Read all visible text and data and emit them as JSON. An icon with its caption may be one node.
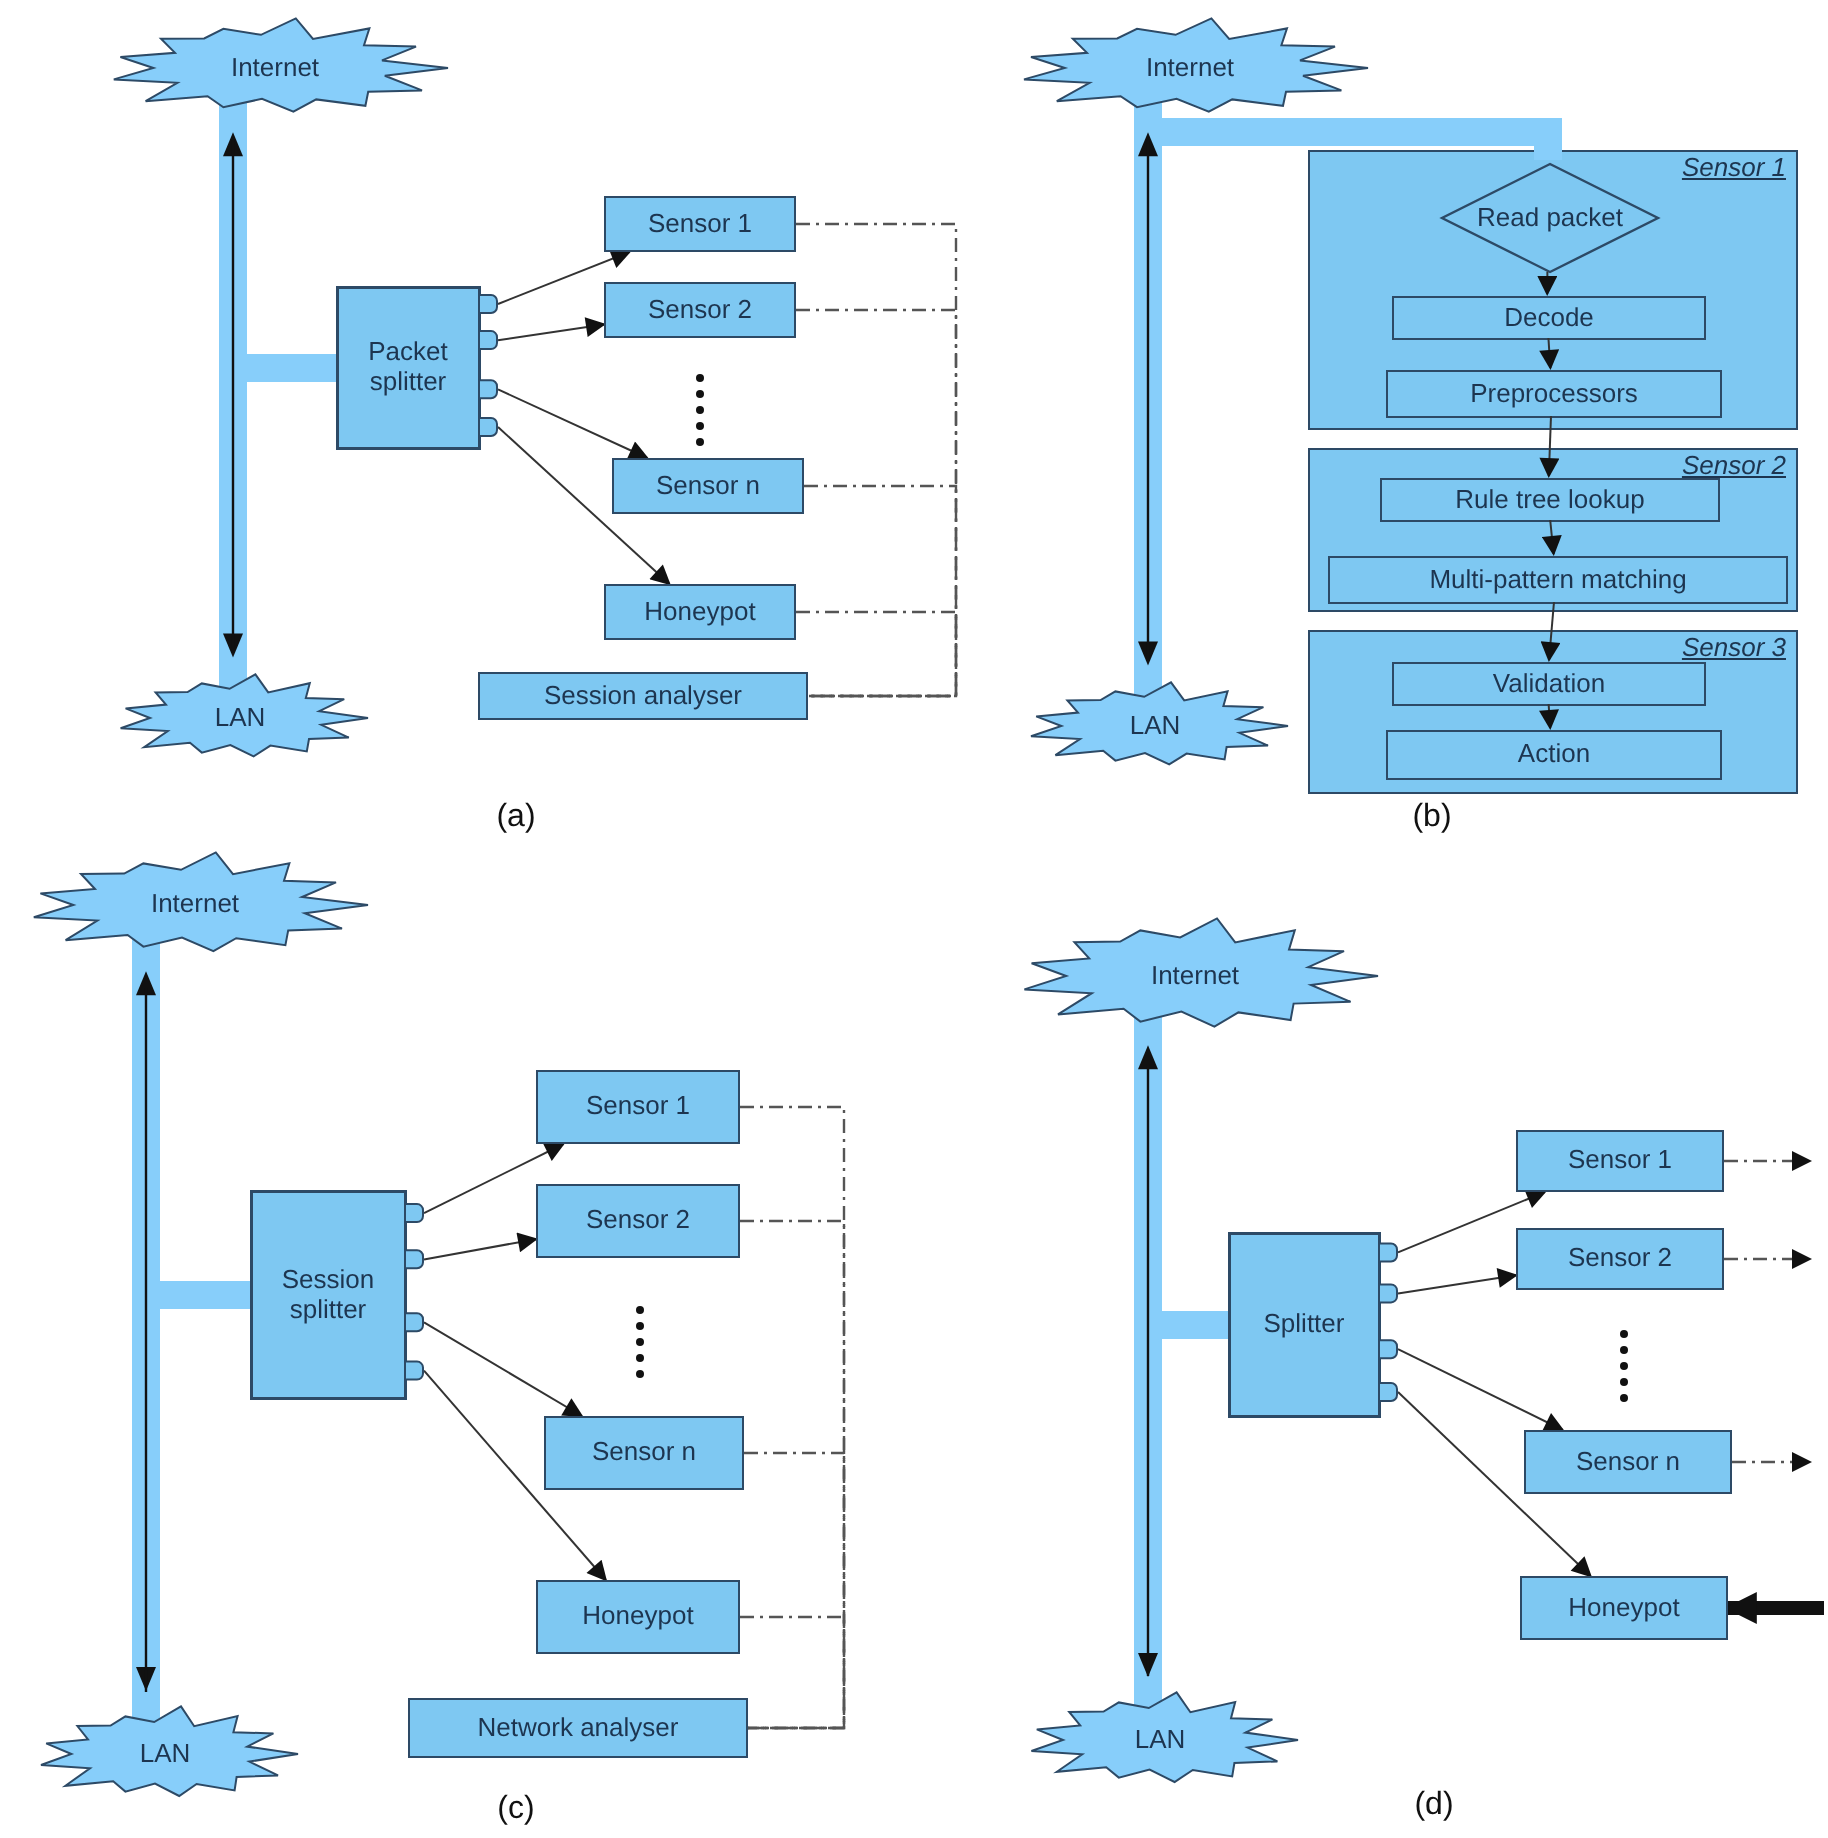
{
  "diagram": {
    "nodes": [
      {
        "text": [
          "Internet"
        ]
      },
      {
        "text": [
          "LAN"
        ]
      },
      {
        "text": [
          "Packet splitter"
        ]
      },
      {
        "text": [
          "Sensor 1"
        ]
      },
      {
        "text": [
          "Sensor 2"
        ]
      },
      {
        "text": [
          "Sensor n"
        ]
      },
      {
        "text": [
          "Honeypot"
        ]
      },
      {
        "text": [
          "Session analyser"
        ]
      },
      {
        "text": [
          "Internet"
        ]
      },
      {
        "text": [
          "LAN"
        ]
      },
      {
        "text": [
          "Sensor 1"
        ]
      },
      {
        "text": [
          "Read packet"
        ],
        "in": 10
      },
      {
        "text": [
          "Decode"
        ],
        "in": 10
      },
      {
        "text": [
          "Preprocessors"
        ],
        "in": 10
      },
      {
        "text": [
          "Sensor 2"
        ]
      },
      {
        "text": [
          "Rule tree lookup"
        ],
        "in": 14
      },
      {
        "text": [
          "Multi-pattern matching"
        ],
        "in": 14
      },
      {
        "text": [
          "Sensor 3"
        ]
      },
      {
        "text": [
          "Validation"
        ],
        "in": 17
      },
      {
        "text": [
          "Action"
        ],
        "in": 17
      },
      {
        "text": [
          "Internet"
        ]
      },
      {
        "text": [
          "LAN"
        ]
      },
      {
        "text": [
          "Session splitter"
        ]
      },
      {
        "text": [
          "Sensor 1"
        ]
      },
      {
        "text": [
          "Sensor 2"
        ]
      },
      {
        "text": [
          "Sensor n"
        ]
      },
      {
        "text": [
          "Honeypot"
        ]
      },
      {
        "text": [
          "Network analyser"
        ]
      },
      {
        "text": [
          "Internet"
        ]
      },
      {
        "text": [
          "LAN"
        ]
      },
      {
        "text": [
          "Splitter"
        ]
      },
      {
        "text": [
          "Sensor 1"
        ]
      },
      {
        "text": [
          "Sensor 2"
        ]
      },
      {
        "text": [
          "Sensor n"
        ]
      },
      {
        "text": [
          "Honeypot"
        ]
      }
    ],
    "edges": [
      {
        "from": 0,
        "to": 1,
        "arrow": "both",
        "style": "thick",
        "color": "#87cefa"
      },
      {
        "from": 2,
        "to": null,
        "arrow": "none",
        "style": "thick",
        "color": "#87cefa"
      },
      {
        "from": 2,
        "to": 3,
        "arrow": "to"
      },
      {
        "from": 2,
        "to": 4,
        "arrow": "to"
      },
      {
        "from": 2,
        "to": 5,
        "arrow": "to"
      },
      {
        "from": 2,
        "to": 6,
        "arrow": "to"
      },
      {
        "from": 3,
        "to": 7,
        "arrow": "none",
        "style": "dashed"
      },
      {
        "from": 4,
        "to": 7,
        "arrow": "none",
        "style": "dashed"
      },
      {
        "from": 5,
        "to": 7,
        "arrow": "none",
        "style": "dashed"
      },
      {
        "from": 6,
        "to": 7,
        "arrow": "none",
        "style": "dashed"
      },
      {
        "from": 8,
        "to": 9,
        "arrow": "both",
        "style": "thick",
        "color": "#87cefa"
      },
      {
        "from": null,
        "to": 11,
        "arrow": "none",
        "style": "thick",
        "color": "#87cefa"
      },
      {
        "from": 11,
        "to": 12,
        "arrow": "to"
      },
      {
        "from": 12,
        "to": 13,
        "arrow": "to"
      },
      {
        "from": 13,
        "to": 15,
        "arrow": "to"
      },
      {
        "from": 15,
        "to": 16,
        "arrow": "to"
      },
      {
        "from": 16,
        "to": 18,
        "arrow": "to"
      },
      {
        "from": 18,
        "to": 19,
        "arrow": "to"
      },
      {
        "from": 20,
        "to": 21,
        "arrow": "both",
        "style": "thick",
        "color": "#87cefa"
      },
      {
        "from": 22,
        "to": null,
        "arrow": "none",
        "style": "thick",
        "color": "#87cefa"
      },
      {
        "from": 22,
        "to": 23,
        "arrow": "to"
      },
      {
        "from": 22,
        "to": 24,
        "arrow": "to"
      },
      {
        "from": 22,
        "to": 25,
        "arrow": "to"
      },
      {
        "from": 22,
        "to": 26,
        "arrow": "to"
      },
      {
        "from": 23,
        "to": 27,
        "arrow": "none",
        "style": "dashed"
      },
      {
        "from": 24,
        "to": 27,
        "arrow": "none",
        "style": "dashed"
      },
      {
        "from": 25,
        "to": 27,
        "arrow": "none",
        "style": "dashed"
      },
      {
        "from": 26,
        "to": 27,
        "arrow": "none",
        "style": "dashed"
      },
      {
        "from": 28,
        "to": 29,
        "arrow": "both",
        "style": "thick",
        "color": "#87cefa"
      },
      {
        "from": 30,
        "to": null,
        "arrow": "none",
        "style": "thick",
        "color": "#87cefa"
      },
      {
        "from": 30,
        "to": 31,
        "arrow": "to"
      },
      {
        "from": 30,
        "to": 32,
        "arrow": "to"
      },
      {
        "from": 30,
        "to": 33,
        "arrow": "to"
      },
      {
        "from": 30,
        "to": 34,
        "arrow": "to"
      },
      {
        "from": 31,
        "to": null,
        "arrow": "to",
        "style": "dashed"
      },
      {
        "from": 32,
        "to": null,
        "arrow": "to",
        "style": "dashed"
      },
      {
        "from": 33,
        "to": null,
        "arrow": "to",
        "style": "dashed"
      },
      {
        "from": null,
        "to": 34,
        "arrow": "to",
        "style": "thick"
      }
    ],
    "labels": [
      "(a)",
      "(b)",
      "(c)",
      "(d)"
    ]
  }
}
